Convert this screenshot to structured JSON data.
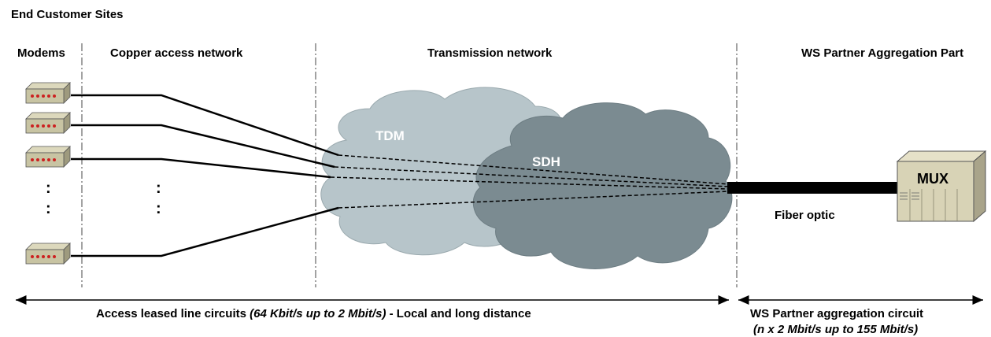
{
  "title": "End Customer Sites",
  "headers": {
    "modems": "Modems",
    "copper": "Copper access network",
    "transmission": "Transmission network",
    "ws_partner": "WS Partner Aggregation Part"
  },
  "clouds": {
    "tdm": "TDM",
    "sdh": "SDH"
  },
  "fiber_label": "Fiber optic",
  "mux_label": "MUX",
  "ellipsis": ":",
  "captions": {
    "access_prefix": "Access leased line circuits ",
    "access_rate": "(64 Kbit/s up to 2 Mbit/s)",
    "access_suffix": " - Local and long distance",
    "aggregation_line1": "WS Partner aggregation circuit",
    "aggregation_line2": "(n x 2 Mbit/s up to 155 Mbit/s)"
  },
  "colors": {
    "tdm_cloud": "#b7c5ca",
    "sdh_cloud": "#7b8b91",
    "modem_body": "#c8c4a3",
    "modem_led": "#cc2020",
    "mux_body": "#d8d3b6"
  }
}
